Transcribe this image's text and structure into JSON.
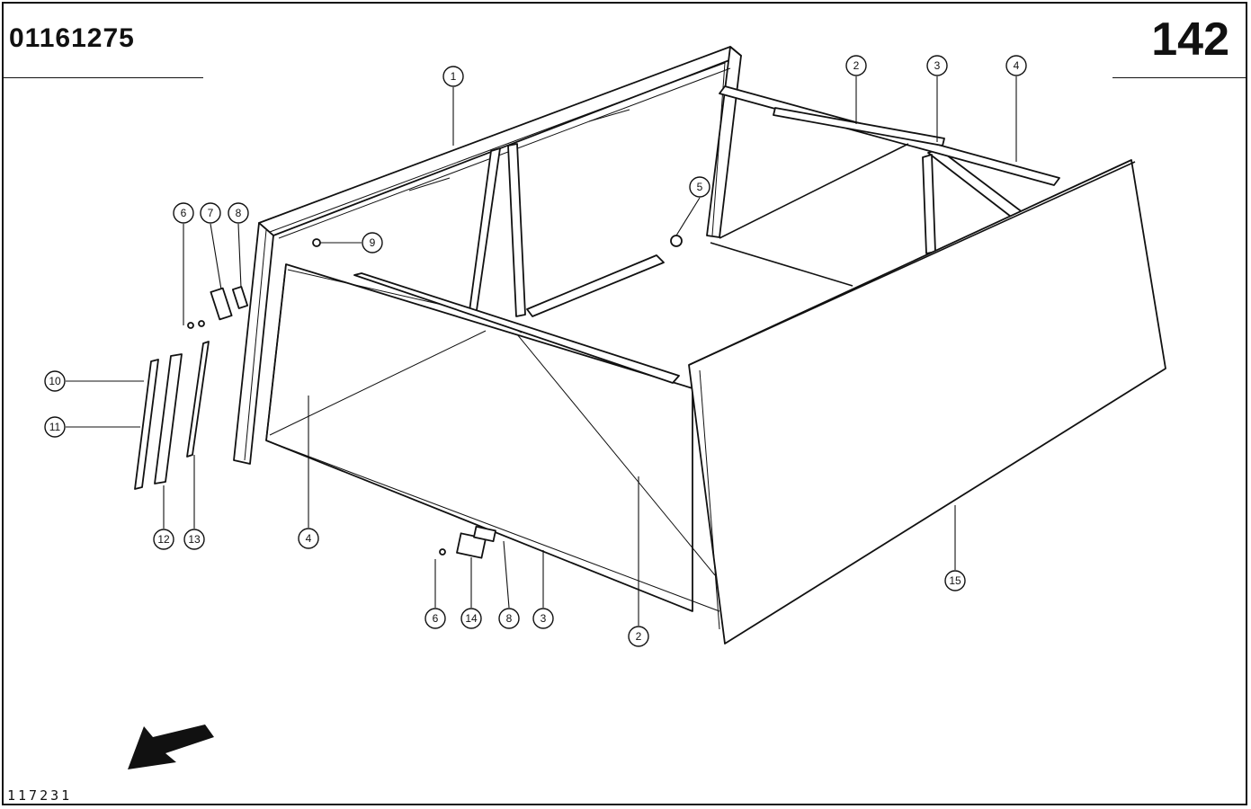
{
  "header": {
    "part_number": "01161275",
    "page_number": "142"
  },
  "footer": {
    "figure_number": "117231"
  },
  "callouts": [
    {
      "id": "c1",
      "label": "1"
    },
    {
      "id": "c2a",
      "label": "2"
    },
    {
      "id": "c3a",
      "label": "3"
    },
    {
      "id": "c4a",
      "label": "4"
    },
    {
      "id": "c5",
      "label": "5"
    },
    {
      "id": "c6a",
      "label": "6"
    },
    {
      "id": "c7",
      "label": "7"
    },
    {
      "id": "c8a",
      "label": "8"
    },
    {
      "id": "c9",
      "label": "9"
    },
    {
      "id": "c10",
      "label": "10"
    },
    {
      "id": "c11",
      "label": "11"
    },
    {
      "id": "c12",
      "label": "12"
    },
    {
      "id": "c13",
      "label": "13"
    },
    {
      "id": "c4b",
      "label": "4"
    },
    {
      "id": "c6b",
      "label": "6"
    },
    {
      "id": "c14",
      "label": "14"
    },
    {
      "id": "c8b",
      "label": "8"
    },
    {
      "id": "c3b",
      "label": "3"
    },
    {
      "id": "c2b",
      "label": "2"
    },
    {
      "id": "c15",
      "label": "15"
    }
  ],
  "direction_arrow_icon": "arrow-down-left-icon",
  "colors": {
    "ink": "#111111",
    "paper": "#ffffff"
  }
}
